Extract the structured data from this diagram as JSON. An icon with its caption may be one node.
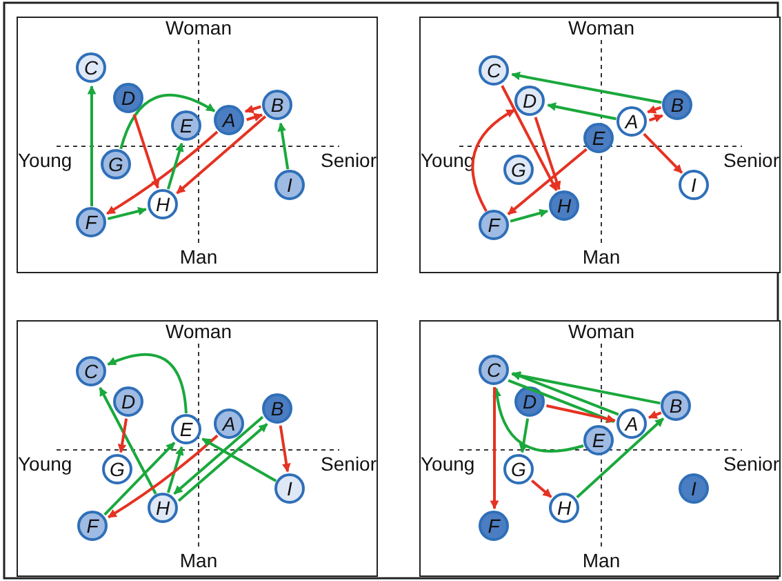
{
  "diagram": {
    "nodes": [
      {
        "text": [],
        "shape": "box"
      },
      {
        "text": [
          "A"
        ],
        "in": 0
      },
      {
        "text": [
          "B"
        ],
        "in": 0
      },
      {
        "text": [
          "C"
        ],
        "in": 0
      },
      {
        "text": [
          "D"
        ],
        "in": 0
      },
      {
        "text": [
          "E"
        ],
        "in": 0
      },
      {
        "text": [
          "F"
        ],
        "in": 0
      },
      {
        "text": [
          "G"
        ],
        "in": 0
      },
      {
        "text": [
          "H"
        ],
        "in": 0
      },
      {
        "text": [
          "I"
        ],
        "in": 0
      },
      {
        "text": [],
        "shape": "box"
      },
      {
        "text": [
          "A"
        ],
        "in": 10
      },
      {
        "text": [
          "B"
        ],
        "in": 10
      },
      {
        "text": [
          "C"
        ],
        "in": 10
      },
      {
        "text": [
          "D"
        ],
        "in": 10
      },
      {
        "text": [
          "E"
        ],
        "in": 10
      },
      {
        "text": [
          "F"
        ],
        "in": 10
      },
      {
        "text": [
          "G"
        ],
        "in": 10
      },
      {
        "text": [
          "H"
        ],
        "in": 10
      },
      {
        "text": [
          "I"
        ],
        "in": 10
      },
      {
        "text": [],
        "shape": "box"
      },
      {
        "text": [
          "A"
        ],
        "in": 20
      },
      {
        "text": [
          "B"
        ],
        "in": 20
      },
      {
        "text": [
          "C"
        ],
        "in": 20
      },
      {
        "text": [
          "D"
        ],
        "in": 20
      },
      {
        "text": [
          "E"
        ],
        "in": 20
      },
      {
        "text": [
          "F"
        ],
        "in": 20
      },
      {
        "text": [
          "G"
        ],
        "in": 20
      },
      {
        "text": [
          "H"
        ],
        "in": 20
      },
      {
        "text": [
          "I"
        ],
        "in": 20
      },
      {
        "text": [],
        "shape": "box"
      },
      {
        "text": [
          "A"
        ],
        "in": 30
      },
      {
        "text": [
          "B"
        ],
        "in": 30
      },
      {
        "text": [
          "C"
        ],
        "in": 30
      },
      {
        "text": [
          "D"
        ],
        "in": 30
      },
      {
        "text": [
          "E"
        ],
        "in": 30
      },
      {
        "text": [
          "F"
        ],
        "in": 30
      },
      {
        "text": [
          "G"
        ],
        "in": 30
      },
      {
        "text": [
          "H"
        ],
        "in": 30
      },
      {
        "text": [
          "I"
        ],
        "in": 30
      }
    ],
    "edges": [
      {
        "from": 6,
        "to": 3,
        "arrow": "to"
      },
      {
        "from": 7,
        "to": 1,
        "arrow": "to"
      },
      {
        "from": 4,
        "to": 8,
        "arrow": "to",
        "color": "#e53222"
      },
      {
        "from": 1,
        "to": 2,
        "arrow": "to",
        "color": "#e53222"
      },
      {
        "from": 2,
        "to": 1,
        "arrow": "to",
        "color": "#e53222"
      },
      {
        "from": 2,
        "to": 8,
        "arrow": "to",
        "color": "#e53222"
      },
      {
        "from": 1,
        "to": 6,
        "arrow": "to",
        "color": "#e53222"
      },
      {
        "from": 6,
        "to": 8,
        "arrow": "to"
      },
      {
        "from": 8,
        "to": 5,
        "arrow": "to"
      },
      {
        "from": 9,
        "to": 2,
        "arrow": "to"
      },
      {
        "from": 12,
        "to": 13,
        "arrow": "to"
      },
      {
        "from": 11,
        "to": 14,
        "arrow": "to"
      },
      {
        "from": 11,
        "to": 12,
        "arrow": "to",
        "color": "#e53222"
      },
      {
        "from": 12,
        "to": 11,
        "arrow": "to",
        "color": "#e53222"
      },
      {
        "from": 11,
        "to": 19,
        "arrow": "to",
        "color": "#e53222"
      },
      {
        "from": 13,
        "to": 18,
        "arrow": "to",
        "color": "#e53222"
      },
      {
        "from": 14,
        "to": 18,
        "arrow": "to",
        "color": "#e53222"
      },
      {
        "from": 15,
        "to": 16,
        "arrow": "to",
        "color": "#e53222"
      },
      {
        "from": 16,
        "to": 14,
        "arrow": "to",
        "color": "#e53222"
      },
      {
        "from": 16,
        "to": 18,
        "arrow": "to"
      },
      {
        "from": 25,
        "to": 23,
        "arrow": "to"
      },
      {
        "from": 28,
        "to": 23,
        "arrow": "to"
      },
      {
        "from": 24,
        "to": 27,
        "arrow": "to",
        "color": "#e53222"
      },
      {
        "from": 26,
        "to": 25,
        "arrow": "to"
      },
      {
        "from": 28,
        "to": 25,
        "arrow": "to"
      },
      {
        "from": 21,
        "to": 26,
        "arrow": "to",
        "color": "#e53222"
      },
      {
        "from": 28,
        "to": 22,
        "arrow": "to"
      },
      {
        "from": 22,
        "to": 28,
        "arrow": "to"
      },
      {
        "from": 29,
        "to": 25,
        "arrow": "to"
      },
      {
        "from": 22,
        "to": 29,
        "arrow": "to",
        "color": "#e53222"
      },
      {
        "from": 32,
        "to": 33,
        "arrow": "to"
      },
      {
        "from": 31,
        "to": 33,
        "arrow": "to"
      },
      {
        "from": 33,
        "to": 31,
        "arrow": "to"
      },
      {
        "from": 34,
        "to": 31,
        "arrow": "to",
        "color": "#e53222"
      },
      {
        "from": 32,
        "to": 31,
        "arrow": "to",
        "color": "#e53222"
      },
      {
        "from": 35,
        "to": 33,
        "arrow": "to"
      },
      {
        "from": 34,
        "to": 37,
        "arrow": "to"
      },
      {
        "from": 33,
        "to": 36,
        "arrow": "to",
        "color": "#e53222"
      },
      {
        "from": 37,
        "to": 38,
        "arrow": "to",
        "color": "#e53222"
      },
      {
        "from": 38,
        "to": 32,
        "arrow": "to"
      }
    ],
    "labels": [
      "Woman",
      "Young",
      "Senior",
      "Man",
      "Woman",
      "Young",
      "Senior",
      "Man",
      "Woman",
      "Young",
      "Senior",
      "Man",
      "Woman",
      "Young",
      "Senior",
      "Man"
    ]
  }
}
